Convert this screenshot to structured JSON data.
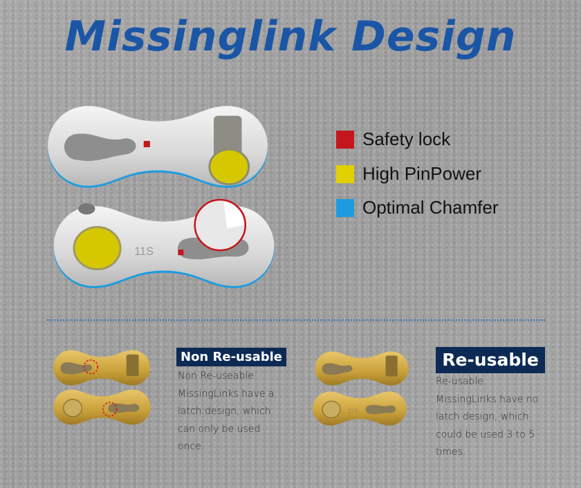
{
  "title": "Missinglink Design",
  "legend": [
    {
      "label": "Safety lock",
      "color": "#c4161c"
    },
    {
      "label": "High PinPower",
      "color": "#e2d000"
    },
    {
      "label": "Optimal Chamfer",
      "color": "#1e9be0"
    }
  ],
  "link_engraving": "11S",
  "non_reusable": {
    "heading": "Non Re-usable",
    "lines": [
      "Non Re-useable",
      "MissingLinks have a",
      "latch design, which",
      "can only be used",
      "once."
    ]
  },
  "reusable": {
    "heading": "Re-usable",
    "lines": [
      "Re-usable",
      "MissingLinks have no",
      "latch design, which",
      "could be used 3 to 5",
      "times."
    ]
  },
  "colors": {
    "title": "#1b56a6",
    "badge": "#0d2a55",
    "divider": "#2c6fb8",
    "gold": "#c9a13a",
    "silver": "#dcdcdc"
  }
}
